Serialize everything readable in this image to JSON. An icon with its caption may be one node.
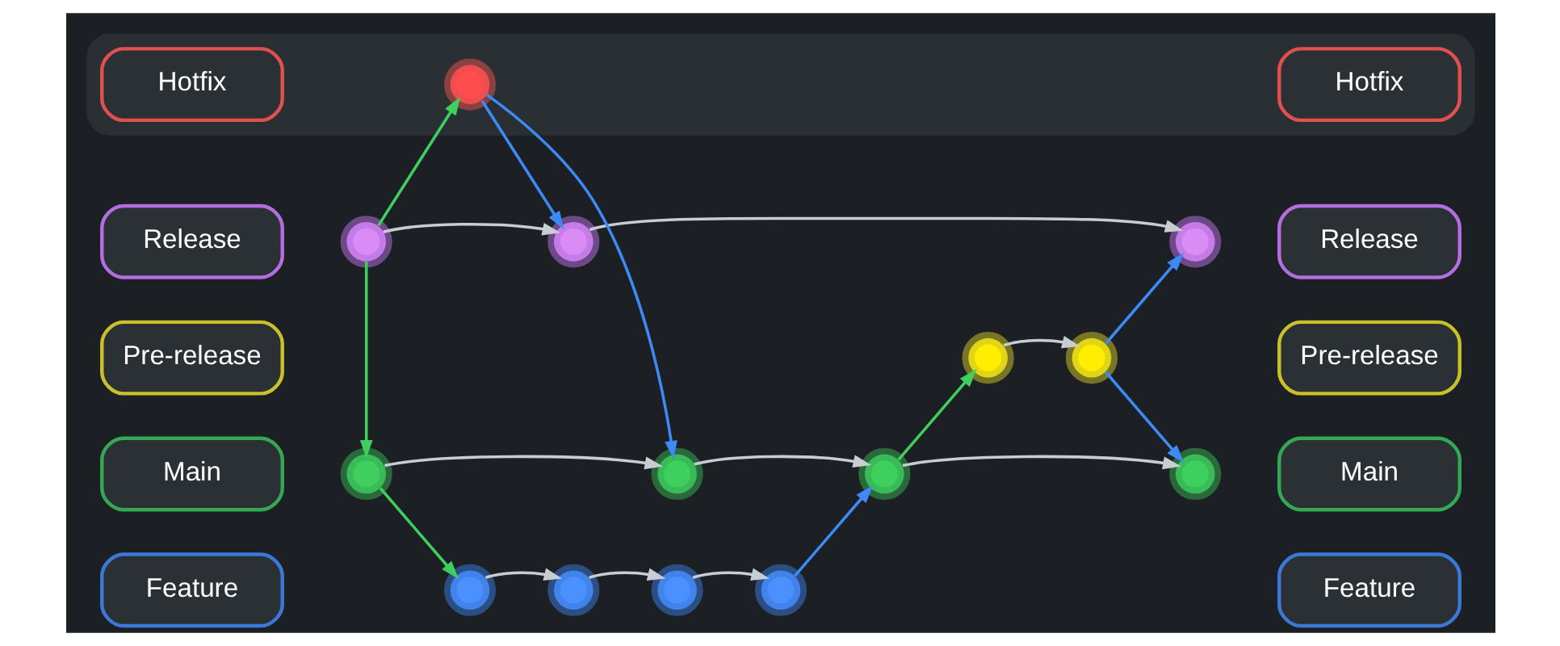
{
  "diagram": {
    "nodes": [
      {
        "text": [
          "Release"
        ]
      },
      {
        "text": [],
        "shape": "circle"
      },
      {
        "text": [],
        "shape": "circle"
      },
      {
        "text": [],
        "shape": "circle"
      },
      {
        "text": [
          "Release"
        ]
      },
      {
        "text": [],
        "shape": "band"
      },
      {
        "text": [
          "Hotfix"
        ],
        "in": 5
      },
      {
        "text": [],
        "shape": "circle",
        "in": 5
      },
      {
        "text": [
          "Hotfix"
        ],
        "in": 5
      },
      {
        "text": [
          "Pre-release"
        ]
      },
      {
        "text": [],
        "shape": "circle"
      },
      {
        "text": [],
        "shape": "circle"
      },
      {
        "text": [
          "Pre-release"
        ]
      },
      {
        "text": [
          "Main"
        ]
      },
      {
        "text": [],
        "shape": "circle"
      },
      {
        "text": [],
        "shape": "circle"
      },
      {
        "text": [],
        "shape": "circle"
      },
      {
        "text": [],
        "shape": "circle"
      },
      {
        "text": [
          "Main"
        ]
      },
      {
        "text": [
          "Feature"
        ]
      },
      {
        "text": [],
        "shape": "circle"
      },
      {
        "text": [],
        "shape": "circle"
      },
      {
        "text": [],
        "shape": "circle"
      },
      {
        "text": [],
        "shape": "circle"
      },
      {
        "text": [
          "Feature"
        ]
      }
    ],
    "edges": [
      {
        "from": 1,
        "to": 2,
        "arrow": "to"
      },
      {
        "from": 2,
        "to": 3,
        "arrow": "to"
      },
      {
        "from": 1,
        "to": 7,
        "arrow": "to",
        "color": "#3ecf5e"
      },
      {
        "from": 7,
        "to": 2,
        "arrow": "to",
        "color": "#3d8af7"
      },
      {
        "from": 1,
        "to": 14,
        "arrow": "to",
        "color": "#3ecf5e"
      },
      {
        "from": 7,
        "to": 15,
        "arrow": "to",
        "color": "#3d8af7"
      },
      {
        "from": 10,
        "to": 11,
        "arrow": "to"
      },
      {
        "from": 11,
        "to": 3,
        "arrow": "to",
        "color": "#3d8af7"
      },
      {
        "from": 16,
        "to": 10,
        "arrow": "to",
        "color": "#3ecf5e"
      },
      {
        "from": 11,
        "to": 17,
        "arrow": "to",
        "color": "#3d8af7"
      },
      {
        "from": 14,
        "to": 15,
        "arrow": "to"
      },
      {
        "from": 15,
        "to": 16,
        "arrow": "to"
      },
      {
        "from": 16,
        "to": 17,
        "arrow": "to"
      },
      {
        "from": 14,
        "to": 20,
        "arrow": "to",
        "color": "#3ecf5e"
      },
      {
        "from": 20,
        "to": 21,
        "arrow": "to"
      },
      {
        "from": 21,
        "to": 22,
        "arrow": "to"
      },
      {
        "from": 22,
        "to": 23,
        "arrow": "to"
      },
      {
        "from": 23,
        "to": 16,
        "arrow": "to",
        "color": "#3d8af7"
      }
    ]
  }
}
